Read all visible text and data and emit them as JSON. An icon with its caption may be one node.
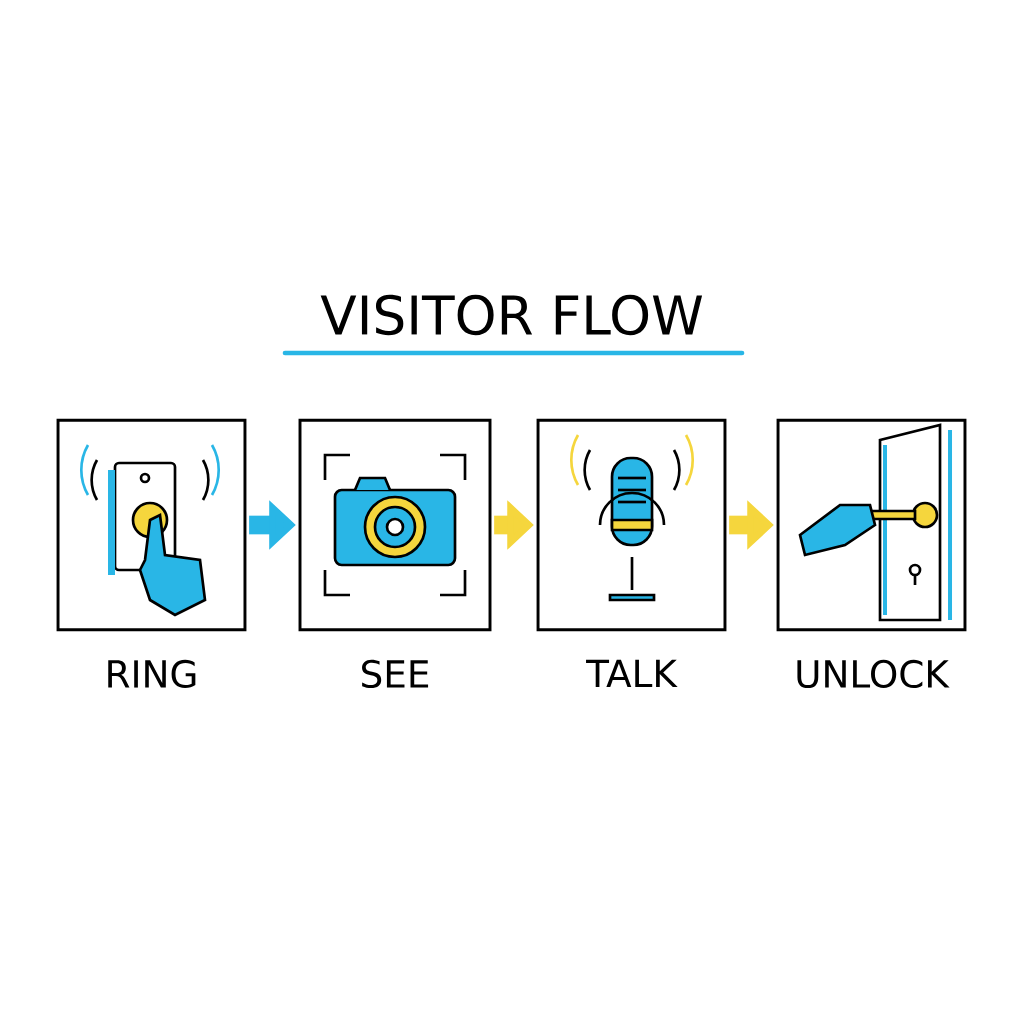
{
  "diagram": {
    "title": "VISITOR FLOW",
    "nodes": [
      {
        "text": [
          "RING"
        ]
      },
      {
        "text": [
          "SEE"
        ]
      },
      {
        "text": [
          "TALK"
        ]
      },
      {
        "text": [
          "UNLOCK"
        ]
      }
    ],
    "edges": [
      {
        "from": 0,
        "to": 1,
        "arrow": "to",
        "color": "#29b6e6"
      },
      {
        "from": 1,
        "to": 2,
        "arrow": "to"
      },
      {
        "from": 2,
        "to": 3,
        "arrow": "to"
      }
    ]
  }
}
